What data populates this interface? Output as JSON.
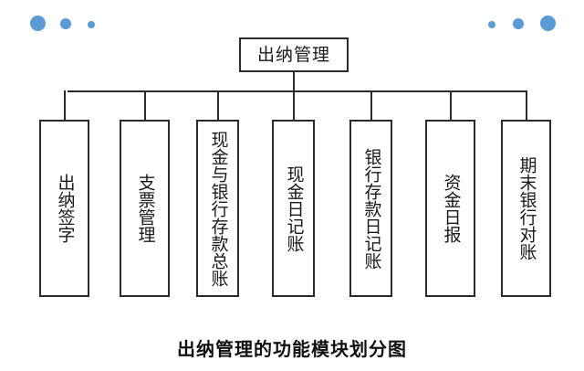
{
  "diagram": {
    "root": {
      "label": "出纳管理"
    },
    "nodes": [
      {
        "label": "出纳签字"
      },
      {
        "label": "支票管理"
      },
      {
        "label": "现金与银行存款总账"
      },
      {
        "label": "现金日记账"
      },
      {
        "label": "银行存款日记账"
      },
      {
        "label": "资金日报"
      },
      {
        "label": "期末银行对账"
      }
    ],
    "caption": "出纳管理的功能模块划分图",
    "colors": {
      "dot": "#5b9bd5",
      "line": "#2b2b2b",
      "box_border": "#2b2b2b",
      "box_fill": "#ffffff",
      "text": "#1a1a1a",
      "caption_text": "#111111",
      "background": "#ffffff"
    }
  },
  "decor": {
    "left_dots": [
      {
        "name": "dot-left-large"
      },
      {
        "name": "dot-left-medium"
      },
      {
        "name": "dot-left-small"
      }
    ],
    "right_dots": [
      {
        "name": "dot-right-small"
      },
      {
        "name": "dot-right-medium"
      },
      {
        "name": "dot-right-large"
      }
    ]
  }
}
